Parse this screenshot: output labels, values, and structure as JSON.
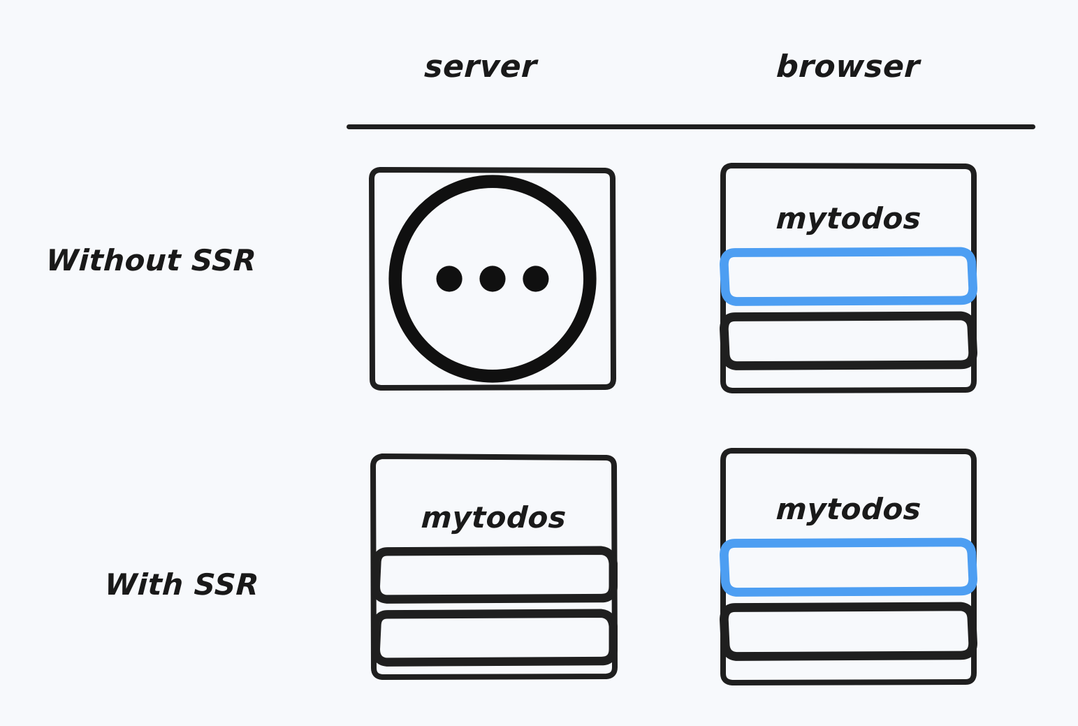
{
  "diagram": {
    "title": "Without SSR vs With SSR rendering comparison",
    "background_color": "#f7f9fc",
    "ink_color": "#1a1a1a",
    "accent_color": "#4d9ef2"
  },
  "columns": [
    {
      "id": "server",
      "label": "server"
    },
    {
      "id": "browser",
      "label": "browser"
    }
  ],
  "rows": [
    {
      "id": "without-ssr",
      "label": "Without SSR"
    },
    {
      "id": "with-ssr",
      "label": "With SSR"
    }
  ],
  "cells": {
    "server_without_ssr": {
      "state": "loading",
      "icon": "loading-dots-circle-icon",
      "dots": 3,
      "title": "",
      "bars": []
    },
    "browser_without_ssr": {
      "state": "rendered",
      "title": "mytodos",
      "bars": [
        {
          "color": "#4d9ef2",
          "highlighted": true
        },
        {
          "color": "#1f1f1f",
          "highlighted": false
        }
      ]
    },
    "server_with_ssr": {
      "state": "rendered",
      "title": "mytodos",
      "bars": [
        {
          "color": "#1f1f1f",
          "highlighted": false
        },
        {
          "color": "#1f1f1f",
          "highlighted": false
        }
      ]
    },
    "browser_with_ssr": {
      "state": "rendered",
      "title": "mytodos",
      "bars": [
        {
          "color": "#4d9ef2",
          "highlighted": true
        },
        {
          "color": "#1f1f1f",
          "highlighted": false
        }
      ]
    }
  }
}
